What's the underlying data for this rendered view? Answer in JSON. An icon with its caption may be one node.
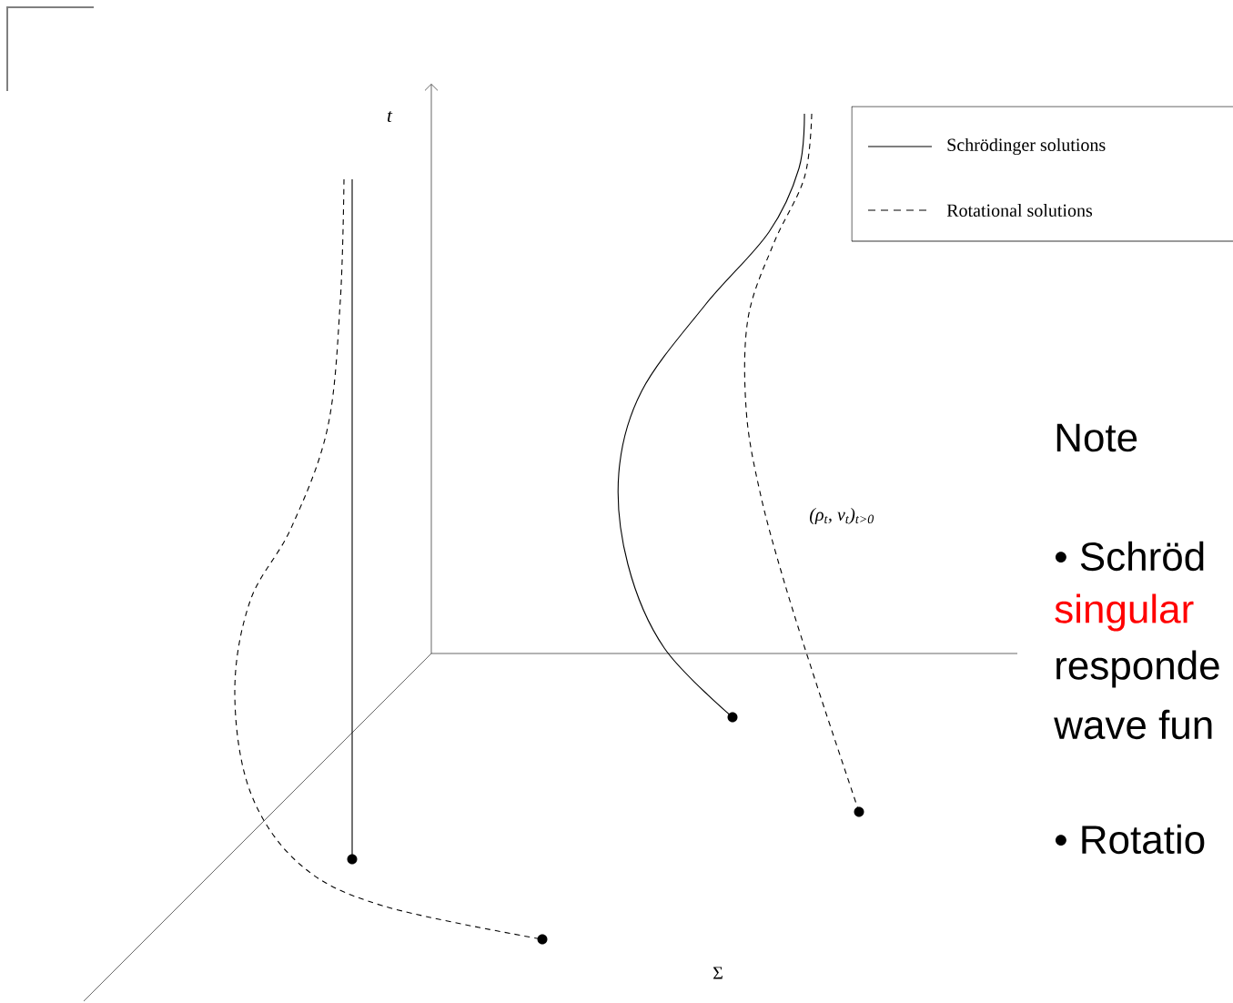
{
  "diagram": {
    "labels": [
      "t",
      "(ρ$_{t}$, v$_{t}$)$_{t>0}$",
      "Σ",
      "Note",
      "• Schröd",
      "singular",
      "responde",
      "wave fun",
      "• Rotatio"
    ],
    "legend": [
      {
        "text": "Schrödinger solutions"
      },
      {
        "text": "Rotational solutions"
      }
    ]
  }
}
